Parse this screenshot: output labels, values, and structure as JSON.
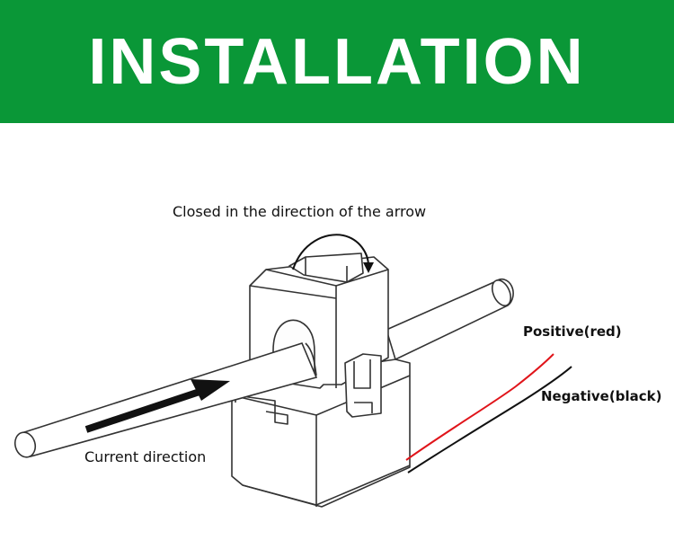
{
  "banner": {
    "title": "INSTALLATION",
    "color": "#0a9737"
  },
  "labels": {
    "closed_direction": "Closed in the direction of the arrow",
    "current_direction": "Current direction",
    "positive": "Positive(red)",
    "negative": "Negative(black)"
  },
  "wire_colors": {
    "positive": "#e0141a",
    "negative": "#111111"
  }
}
